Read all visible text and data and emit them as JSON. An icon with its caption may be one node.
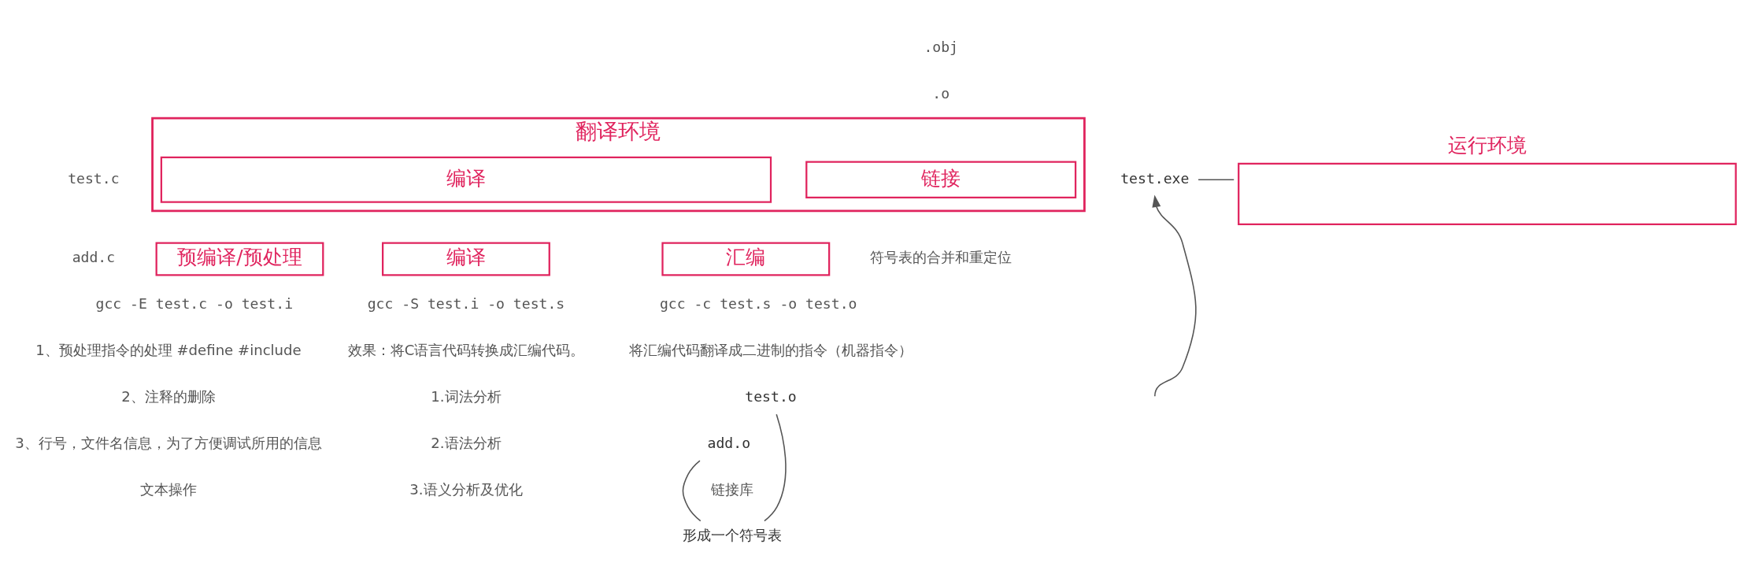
{
  "diagram": {
    "nodes": [
      {
        "text": [
          "翻译环境"
        ]
      },
      {
        "text": [
          "编译"
        ],
        "in": 0
      },
      {
        "text": [
          "链接"
        ],
        "in": 0,
        "beside": [
          "符号表的合并和重定位"
        ]
      },
      {
        "text": [
          "test.exe"
        ]
      },
      {
        "text": [
          "运行环境"
        ]
      },
      {
        "text": [
          "预编译/预处理"
        ],
        "beside": [
          "gcc -E test.c -o test.i",
          "1、预处理指令的处理 #define #include",
          "2、注释的删除",
          "3、行号，文件名信息，为了方便调试所用的信息",
          "文本操作"
        ]
      },
      {
        "text": [
          "编译"
        ],
        "beside": [
          "gcc -S test.i -o test.s",
          "效果：将C语言代码转换成汇编代码。",
          "1.词法分析",
          "2.语法分析",
          "3.语义分析及优化"
        ]
      },
      {
        "text": [
          "汇编"
        ],
        "beside": [
          "gcc -c test.s -o test.o",
          "将汇编代码翻译成二进制的指令（机器指令）"
        ]
      },
      {
        "text": [
          "test.o"
        ]
      },
      {
        "text": [
          "add.o"
        ]
      },
      {
        "text": [
          "形成一个符号表"
        ]
      }
    ],
    "edges": [
      {
        "from": 3,
        "to": 4,
        "arrow": "none"
      },
      {
        "from": null,
        "to": 3,
        "arrow": "to"
      },
      {
        "from": 8,
        "to": 10,
        "arrow": "none"
      },
      {
        "from": 9,
        "to": 10,
        "arrow": "none"
      }
    ],
    "labels": [
      ".obj",
      ".o",
      "test.c",
      "add.c",
      "链接库"
    ]
  }
}
